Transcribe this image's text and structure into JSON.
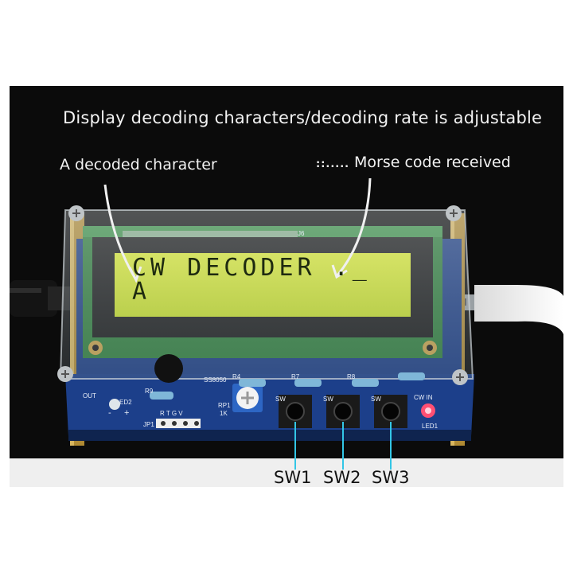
{
  "captions": {
    "main": "Display decoding characters/decoding rate is adjustable",
    "decoded": "A decoded character",
    "morse_symbols": "::.....",
    "morse": "Morse code received"
  },
  "lcd": {
    "line1": "CW DECODER ._",
    "line2": "A"
  },
  "board_silkscreen": {
    "ss8050": "SS8050",
    "rp1": "RP1",
    "rp1_value": "1K",
    "jp1": "JP1",
    "pins": "R T G V",
    "led2": "ED2",
    "led1": "LED1",
    "r7": "R7",
    "r8": "R8",
    "r4": "R4",
    "r9": "R9",
    "j6": "J6",
    "sw_small": "SW",
    "out": "OUT",
    "cwin": "CW IN",
    "minus": "-",
    "plus": "+"
  },
  "switch_labels": [
    "SW1",
    "SW2",
    "SW3"
  ],
  "colors": {
    "lcd_backlight": "#cde52a",
    "pcb": "#1c3f8a",
    "photo_bg": "#0b0b0b",
    "callout_line": "#33c6e6"
  }
}
